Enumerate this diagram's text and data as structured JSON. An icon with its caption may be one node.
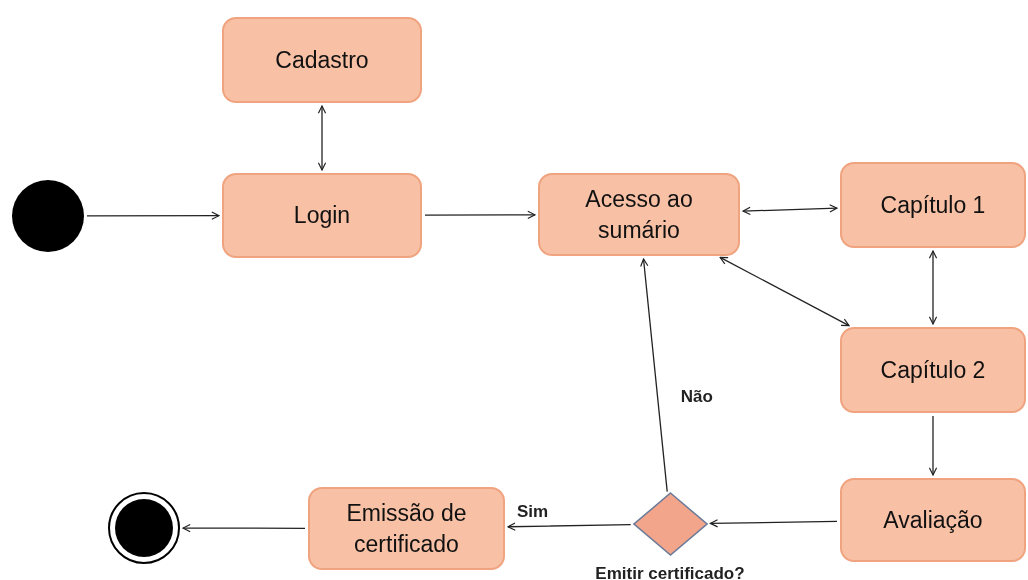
{
  "diagram": {
    "nodes": [
      {
        "text": [],
        "shape": "circle"
      },
      {
        "text": [
          "Cadastro"
        ]
      },
      {
        "text": [
          "Login"
        ]
      },
      {
        "text": [
          "Acesso ao sumário"
        ]
      },
      {
        "text": [
          "Capítulo 1"
        ]
      },
      {
        "text": [
          "Capítulo 2"
        ]
      },
      {
        "text": [
          "Avaliação"
        ]
      },
      {
        "text": [],
        "shape": "diamond",
        "beside": [
          "Emitir certificado?"
        ]
      },
      {
        "text": [
          "Emissão de certificado"
        ]
      },
      {
        "text": [],
        "shape": "bullseye"
      }
    ],
    "edges": [
      {
        "from": 0,
        "to": 2,
        "arrow": "to"
      },
      {
        "from": 1,
        "to": 2,
        "arrow": "both"
      },
      {
        "from": 2,
        "to": 3,
        "arrow": "to"
      },
      {
        "from": 3,
        "to": 4,
        "arrow": "both"
      },
      {
        "from": 4,
        "to": 5,
        "arrow": "both"
      },
      {
        "from": 3,
        "to": 5,
        "arrow": "both"
      },
      {
        "from": 5,
        "to": 6,
        "arrow": "to"
      },
      {
        "from": 6,
        "to": 7,
        "arrow": "to"
      },
      {
        "from": 7,
        "to": 8,
        "label": "Sim",
        "arrow": "to"
      },
      {
        "from": 7,
        "to": 3,
        "label": "Não",
        "arrow": "to"
      },
      {
        "from": 8,
        "to": 9,
        "arrow": "to"
      }
    ]
  }
}
